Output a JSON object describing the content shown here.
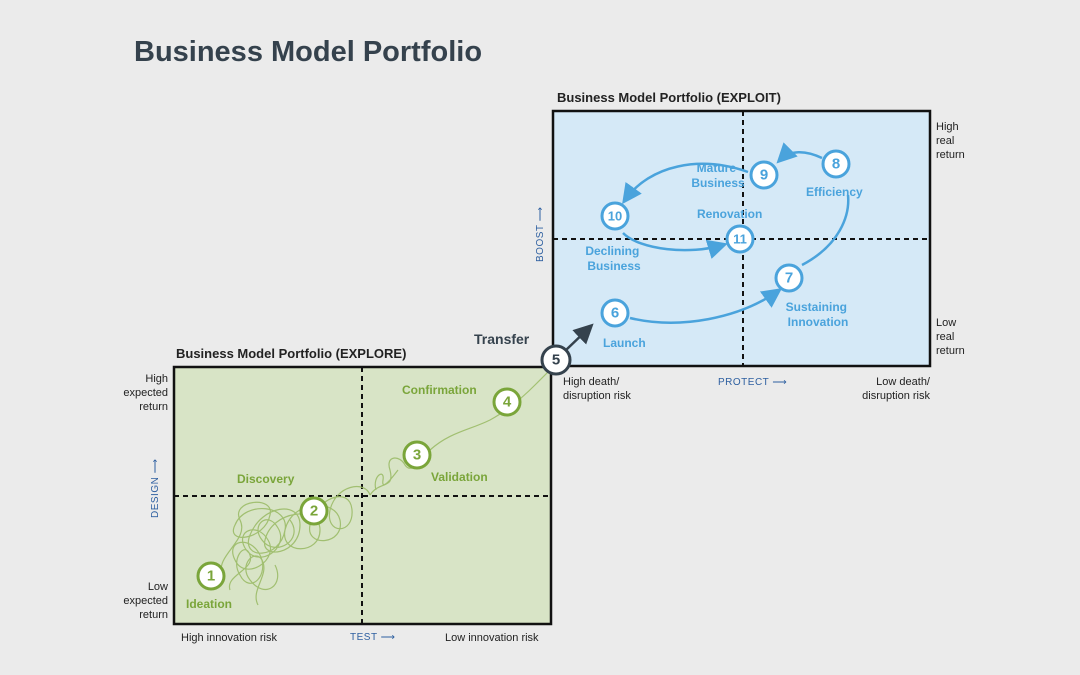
{
  "title": "Business Model Portfolio",
  "explore": {
    "title": "Business Model Portfolio (EXPLORE)",
    "y_high": "High\nexpected\nreturn",
    "y_low": "Low\nexpected\nreturn",
    "x_left": "High innovation risk",
    "x_right": "Low innovation risk",
    "x_axis": "TEST",
    "y_axis": "DESIGN",
    "stages": [
      {
        "num": "1",
        "label": "Ideation"
      },
      {
        "num": "2",
        "label": "Discovery"
      },
      {
        "num": "3",
        "label": "Validation"
      },
      {
        "num": "4",
        "label": "Confirmation"
      }
    ]
  },
  "transfer": {
    "num": "5",
    "label": "Transfer"
  },
  "exploit": {
    "title": "Business Model Portfolio (EXPLOIT)",
    "y_high": "High\nreal\nreturn",
    "y_low": "Low\nreal\nreturn",
    "x_left": "High death/\ndisruption risk",
    "x_right": "Low death/\ndisruption risk",
    "x_axis": "PROTECT",
    "y_axis": "BOOST",
    "stages": [
      {
        "num": "6",
        "label": "Launch"
      },
      {
        "num": "7",
        "label": "Sustaining\nInnovation"
      },
      {
        "num": "8",
        "label": "Efficiency"
      },
      {
        "num": "9",
        "label": "Mature\nBusiness"
      },
      {
        "num": "10",
        "label": "Declining\nBusiness"
      },
      {
        "num": "11",
        "label": "Renovation"
      }
    ]
  },
  "colors": {
    "explore_fill": "#d8e4c6",
    "exploit_fill": "#d5e9f7",
    "green": "#7aa53a",
    "blue": "#4aa3dc",
    "dark": "#35424d"
  }
}
